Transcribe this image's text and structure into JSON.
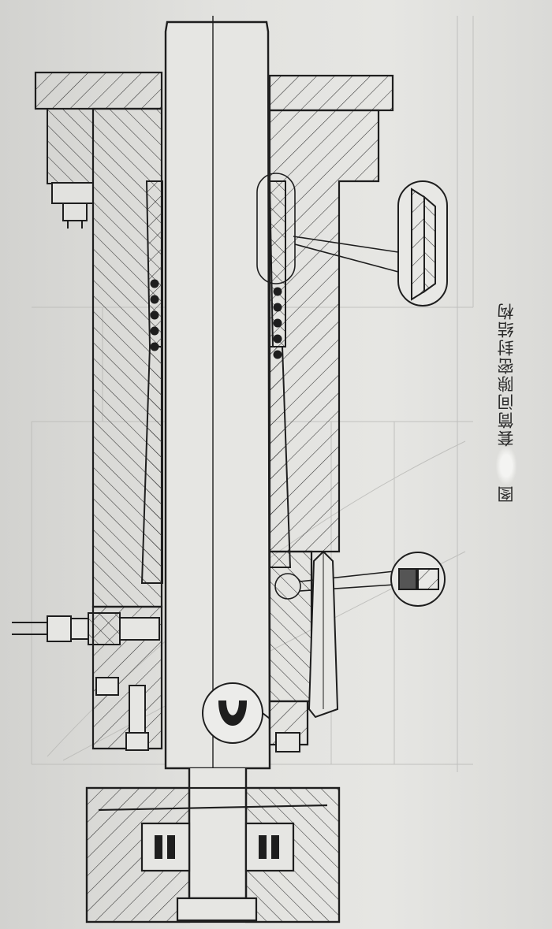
{
  "figure": {
    "caption_prefix": "图",
    "caption_number": "",
    "caption_title": "套筒间隙密封结构"
  },
  "colors": {
    "line": "#1e1e1e",
    "hatch": "#333333",
    "paper": "#e2e2df",
    "faint": "#b9b9b6"
  },
  "icons": [
    "hydraulic-cylinder-section-drawing",
    "seal-detail-icon",
    "u-ring-detail-icon"
  ]
}
